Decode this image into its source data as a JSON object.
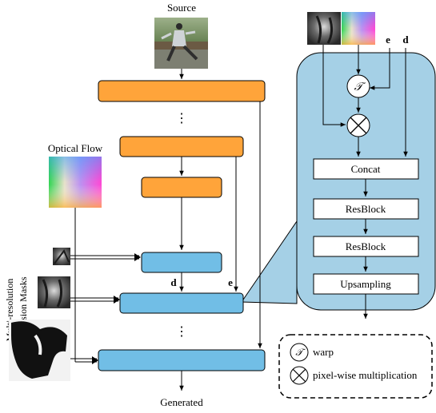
{
  "labels": {
    "source": "Source",
    "optical_flow": "Optical Flow",
    "masks_line1": "Multi-resolution",
    "masks_line2": "Occlusion Masks",
    "generated": "Generated",
    "d": "d",
    "e": "e",
    "ellipsis": "⋮"
  },
  "decoder": {
    "concat": "Concat",
    "resblock1": "ResBlock",
    "resblock2": "ResBlock",
    "upsampling": "Upsampling",
    "warp_symbol": "𝒯",
    "multiply_symbol": "⊗"
  },
  "legend": {
    "warp_label": "warp",
    "multiply_label": "pixel-wise multiplication"
  },
  "colors": {
    "encoder_orange": "#FFA43A",
    "decoder_blue": "#71BEE6",
    "panel_blue": "#A5D0E6",
    "stroke": "#000000"
  }
}
